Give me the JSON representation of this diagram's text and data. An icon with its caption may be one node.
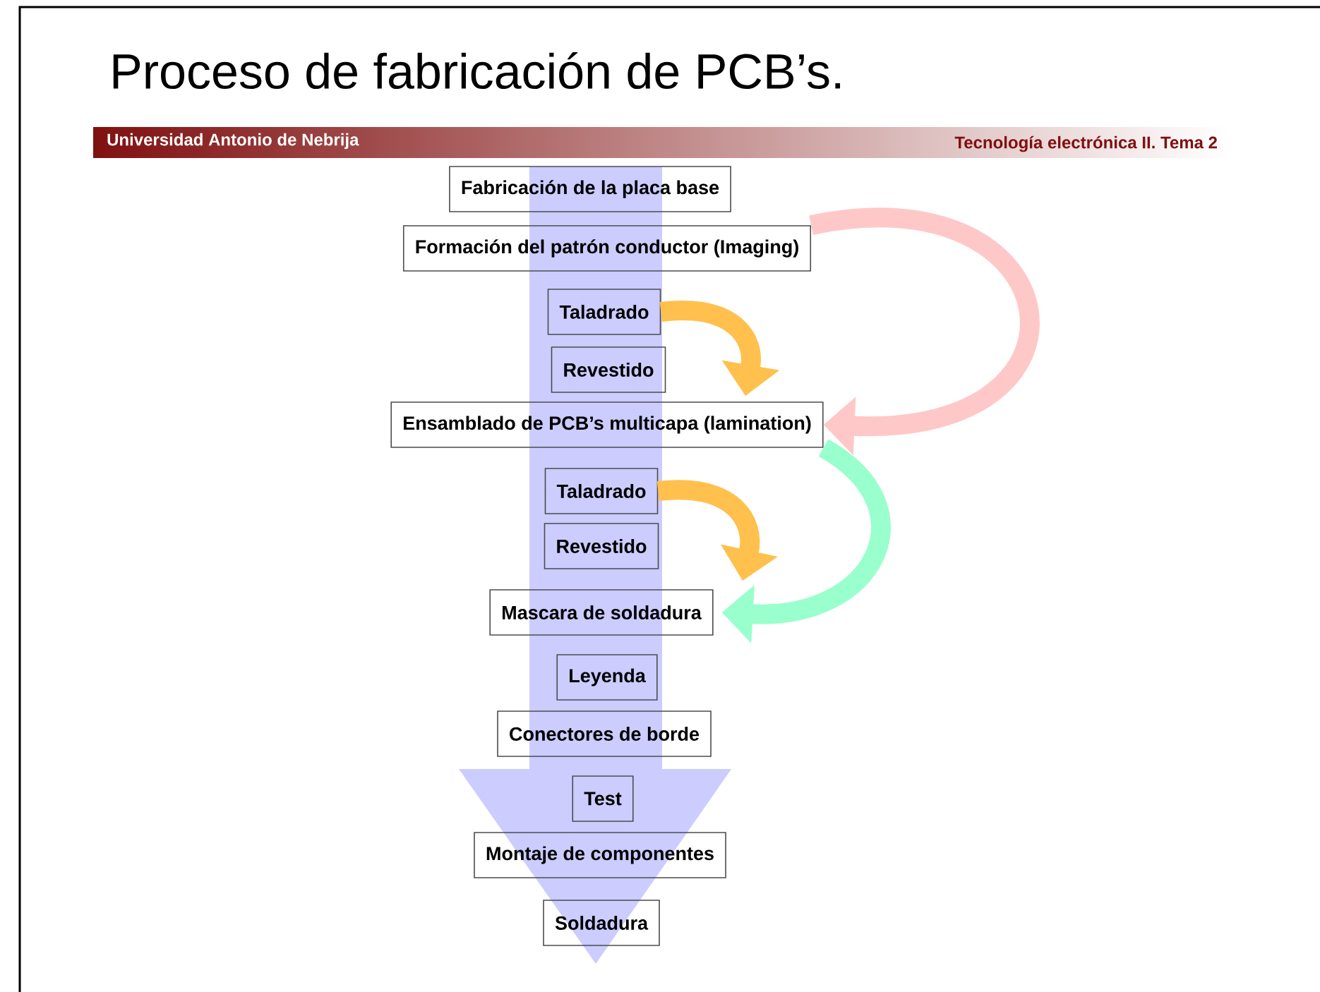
{
  "diagram": {
    "title": "Proceso de fabricación de PCB’s.",
    "nodes": [
      {
        "text": [
          "Fabricación de la placa base"
        ]
      },
      {
        "text": [
          "Formación del patrón conductor (Imaging)"
        ]
      },
      {
        "text": [
          "Taladrado"
        ]
      },
      {
        "text": [
          "Revestido"
        ]
      },
      {
        "text": [
          "Ensamblado de PCB’s multicapa (lamination)"
        ]
      },
      {
        "text": [
          "Taladrado"
        ]
      },
      {
        "text": [
          "Revestido"
        ]
      },
      {
        "text": [
          "Mascara de soldadura"
        ]
      },
      {
        "text": [
          "Leyenda"
        ]
      },
      {
        "text": [
          "Conectores de borde"
        ]
      },
      {
        "text": [
          "Test"
        ]
      },
      {
        "text": [
          "Montaje de componentes"
        ]
      },
      {
        "text": [
          "Soldadura"
        ]
      }
    ],
    "edges": [
      {
        "from": 1,
        "to": 4,
        "arrow": "to",
        "color": "#ffc8c8"
      },
      {
        "from": 2,
        "to": 4,
        "arrow": "to",
        "color": "#ffc04d"
      },
      {
        "from": 4,
        "to": 7,
        "arrow": "to",
        "color": "#99ffcc"
      },
      {
        "from": 5,
        "to": 7,
        "arrow": "to",
        "color": "#ffc04d"
      },
      {
        "from": 0,
        "to": 12,
        "arrow": "to",
        "color": "#ccccff"
      }
    ],
    "labels": [
      "Universidad Antonio de Nebrija",
      "Tecnología electrónica II. Tema 2"
    ]
  }
}
